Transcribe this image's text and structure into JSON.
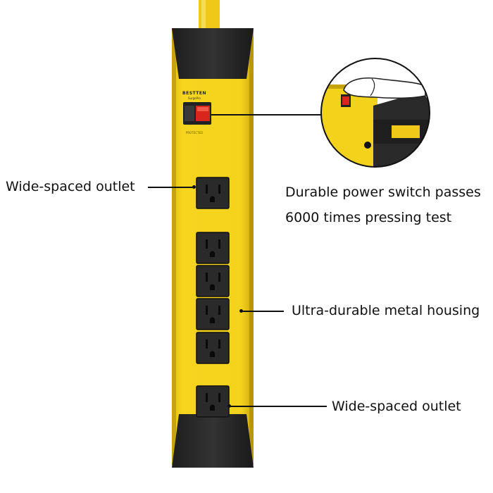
{
  "product": {
    "brand": "BESTTEN",
    "brand_sub": "SurgePro",
    "switch_caption": "PROTECTED"
  },
  "callouts": {
    "top_outlet": "Wide-spaced outlet",
    "switch_line1": "Durable power switch passes",
    "switch_line2": "6000 times pressing test",
    "housing": "Ultra-durable metal housing",
    "bottom_outlet": "Wide-spaced outlet"
  },
  "colors": {
    "housing_yellow": "#f2d21a",
    "end_cap_black": "#2b2b2b",
    "switch_red": "#d8261c",
    "outlet_black": "#2a2a2a"
  }
}
